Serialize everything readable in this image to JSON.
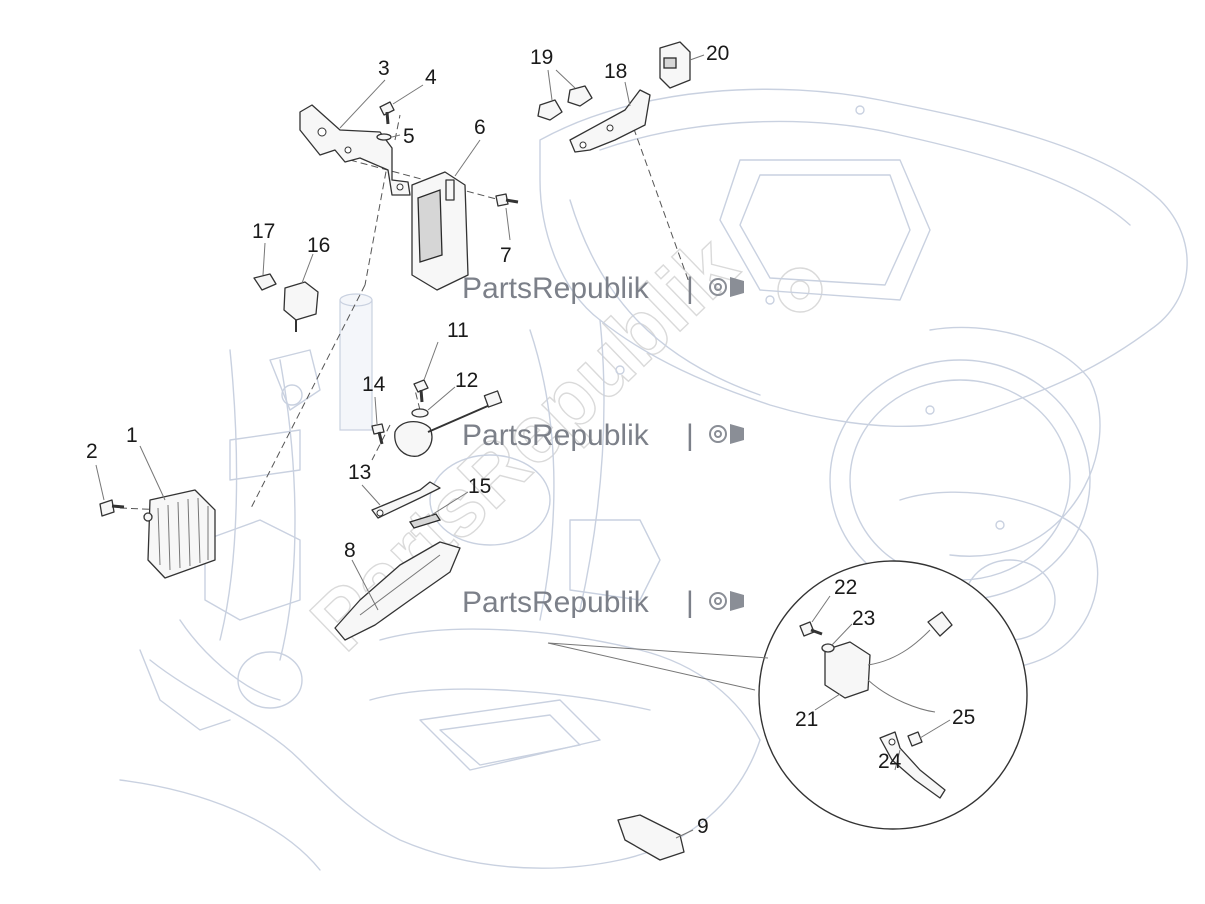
{
  "watermarks": {
    "brand_text": "PartsRepublik",
    "brand_separator": "|",
    "diagonal_text": "PartsRepublik",
    "icon": "gear-flag-icon"
  },
  "callouts": [
    {
      "id": "1",
      "label": "1"
    },
    {
      "id": "2",
      "label": "2"
    },
    {
      "id": "3",
      "label": "3"
    },
    {
      "id": "4",
      "label": "4"
    },
    {
      "id": "5",
      "label": "5"
    },
    {
      "id": "6",
      "label": "6"
    },
    {
      "id": "7",
      "label": "7"
    },
    {
      "id": "8",
      "label": "8"
    },
    {
      "id": "9",
      "label": "9"
    },
    {
      "id": "11",
      "label": "11"
    },
    {
      "id": "12",
      "label": "12"
    },
    {
      "id": "13",
      "label": "13"
    },
    {
      "id": "14",
      "label": "14"
    },
    {
      "id": "15",
      "label": "15"
    },
    {
      "id": "16",
      "label": "16"
    },
    {
      "id": "17",
      "label": "17"
    },
    {
      "id": "18",
      "label": "18"
    },
    {
      "id": "19",
      "label": "19"
    },
    {
      "id": "20",
      "label": "20"
    },
    {
      "id": "21",
      "label": "21"
    },
    {
      "id": "22",
      "label": "22"
    },
    {
      "id": "23",
      "label": "23"
    },
    {
      "id": "24",
      "label": "24"
    },
    {
      "id": "25",
      "label": "25"
    }
  ],
  "colors": {
    "background": "#ffffff",
    "ghost_outline": "#c9d1e0",
    "part_stroke": "#333333",
    "watermark": "#7c8089"
  }
}
